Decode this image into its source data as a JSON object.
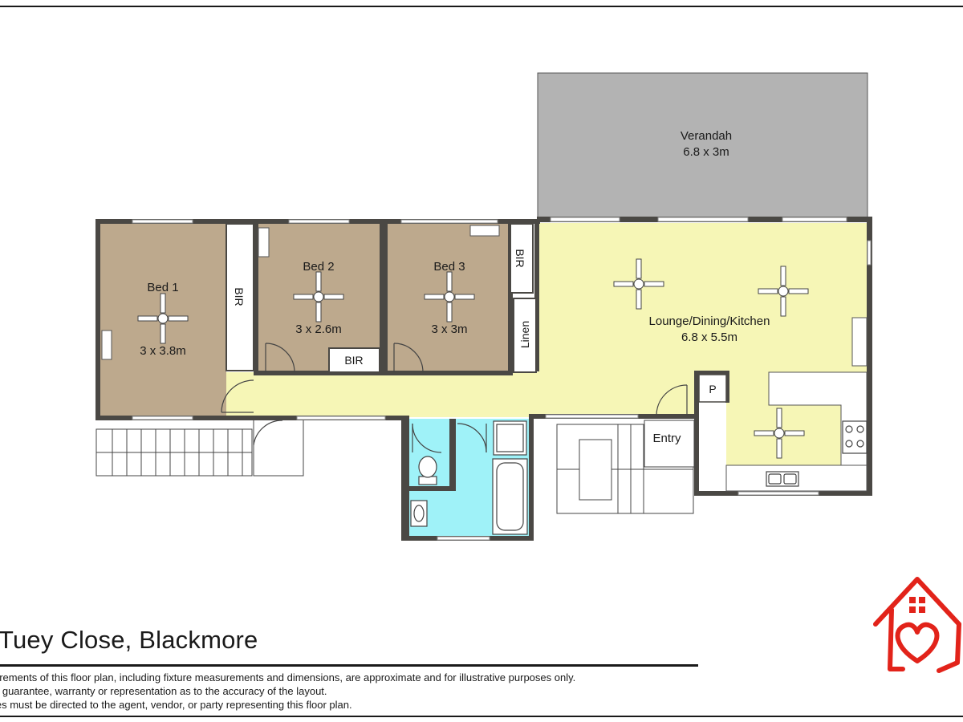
{
  "rooms": {
    "verandah": {
      "name": "Verandah",
      "size": "6.8 x 3m"
    },
    "bed1": {
      "name": "Bed 1",
      "size": "3 x 3.8m"
    },
    "bed2": {
      "name": "Bed 2",
      "size": "3 x 2.6m"
    },
    "bed3": {
      "name": "Bed 3",
      "size": "3 x 3m"
    },
    "lounge": {
      "name": "Lounge/Dining/Kitchen",
      "size": "6.8 x 5.5m"
    }
  },
  "labels": {
    "bir1": "BIR",
    "bir2": "BIR",
    "bir3": "BIR",
    "linen": "Linen",
    "pantry": "P",
    "entry": "Entry"
  },
  "footer": {
    "address": "Tuey Close, Blackmore",
    "disclaimer": [
      "urements of this floor plan, including fixture measurements and dimensions, are approximate and for illustrative purposes only.",
      "o guarantee, warranty or representation as to the accuracy of the layout.",
      "ies must be directed to the agent, vendor, or party representing this floor plan."
    ]
  },
  "colors": {
    "bedroom": "#bda98d",
    "living": "#f6f6b6",
    "bathroom": "#9ff2f8",
    "verandah": "#b3b3b3",
    "wall": "#4a4844",
    "logo": "#e2231a"
  },
  "icons": [
    "ceiling-fan-icon",
    "toilet-icon",
    "bathtub-icon",
    "basin-icon",
    "cooktop-icon",
    "sink-icon",
    "house-heart-logo-icon"
  ]
}
